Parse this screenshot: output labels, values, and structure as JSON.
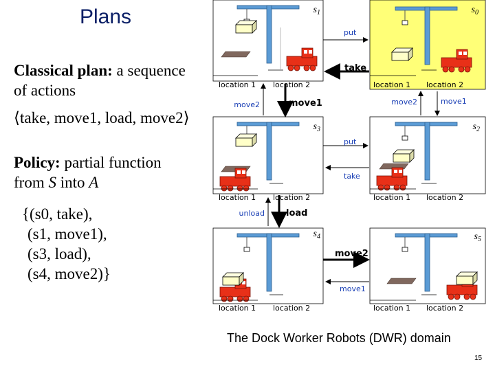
{
  "title": "Plans",
  "classical": {
    "bold": "Classical plan:",
    "rest": " a sequence",
    "line2": "of actions",
    "sequence": "⟨take, move1, load, move2⟩"
  },
  "policy": {
    "bold": "Policy:",
    "rest": " partial function",
    "line2_pre": "from ",
    "S": "S",
    "into": " into ",
    "A": "A",
    "lines": [
      "{(s0, take),",
      "(s1, move1),",
      "(s3, load),",
      "(s4, move2)}"
    ]
  },
  "states": {
    "s0": {
      "label": "s",
      "sub": "0"
    },
    "s1": {
      "label": "s",
      "sub": "1"
    },
    "s2": {
      "label": "s",
      "sub": "2"
    },
    "s3": {
      "label": "s",
      "sub": "3"
    },
    "s4": {
      "label": "s",
      "sub": "4"
    },
    "s5": {
      "label": "s",
      "sub": "5"
    }
  },
  "locations": {
    "loc1": "location 1",
    "loc2": "location 2"
  },
  "actions": {
    "put": "put",
    "take": "take",
    "move1": "move1",
    "move2": "move2",
    "load": "load",
    "unload": "unload"
  },
  "caption": "The Dock Worker Robots (DWR) domain",
  "page_number": "15",
  "colors": {
    "highlight_box": "#ffff77",
    "crane": "#5b9bd5",
    "robot": "#e83018",
    "pallet": "#80685e",
    "container": "#ffffc8"
  }
}
